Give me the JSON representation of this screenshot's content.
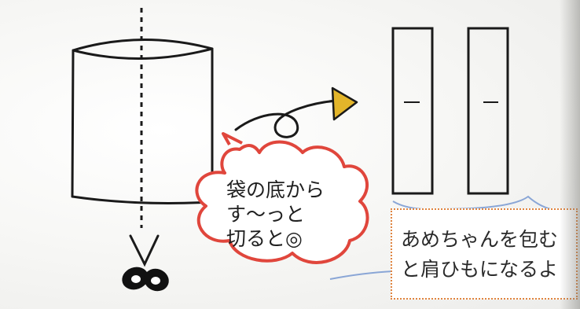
{
  "callout": {
    "lines": [
      "袋の底から",
      "す〜っと",
      "切ると◎"
    ]
  },
  "label": {
    "lines": [
      "あめちゃんを包む",
      "と肩ひもになるよ"
    ]
  },
  "colors": {
    "ink": "#1a1a1a",
    "arrow_fill": "#e3b52a",
    "bubble_outline": "#e0463c",
    "label_border": "#e0843f",
    "blue_line": "#8aa6d6"
  },
  "icons": [
    "scissors-icon",
    "arrow-icon"
  ]
}
